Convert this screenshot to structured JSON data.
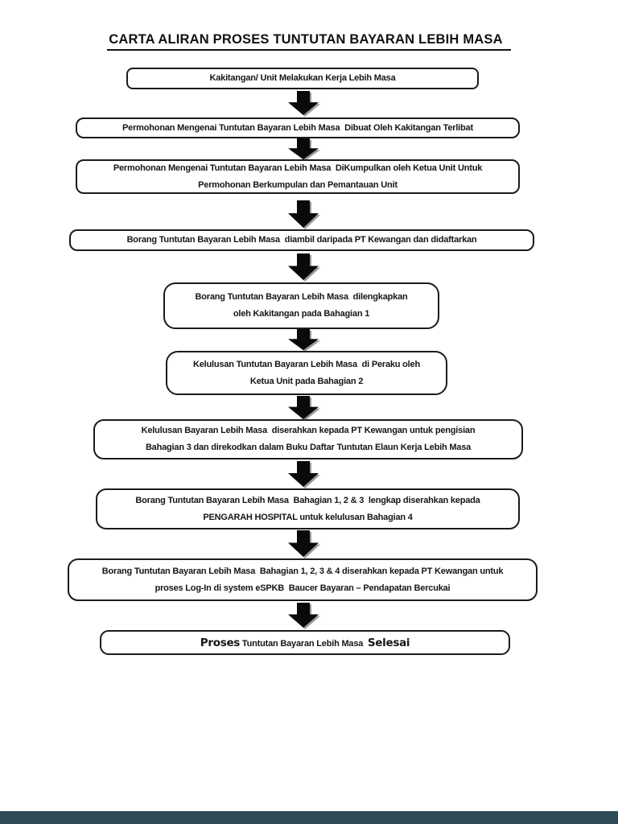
{
  "page": {
    "ink_color": "#161616",
    "viewer_bar_color": "#2e4b57"
  },
  "flowchart": {
    "title": "CARTA ALIRAN PROSES TUNTUTAN BAYARAN LEBIH MASA",
    "steps": [
      {
        "lines": [
          "Kakitangan/ Unit Melakukan Kerja Lebih Masa"
        ]
      },
      {
        "lines": [
          "Permohonan Mengenai Tuntutan Bayaran Lebih Masa  Dibuat Oleh Kakitangan Terlibat"
        ]
      },
      {
        "lines": [
          "Permohonan Mengenai Tuntutan Bayaran Lebih Masa  DiKumpulkan oleh Ketua Unit Untuk",
          "Permohonan Berkumpulan dan Pemantauan Unit"
        ]
      },
      {
        "lines": [
          "Borang Tuntutan Bayaran Lebih Masa  diambil daripada PT Kewangan dan didaftarkan"
        ]
      },
      {
        "lines": [
          "Borang Tuntutan Bayaran Lebih Masa  dilengkapkan",
          "oleh Kakitangan pada Bahagian 1"
        ]
      },
      {
        "lines": [
          "Kelulusan Tuntutan Bayaran Lebih Masa  di Peraku oleh",
          "Ketua Unit pada Bahagian 2"
        ]
      },
      {
        "lines": [
          "Kelulusan Bayaran Lebih Masa  diserahkan kepada PT Kewangan untuk pengisian",
          "Bahagian 3 dan direkodkan dalam Buku Daftar Tuntutan Elaun Kerja Lebih Masa"
        ]
      },
      {
        "lines": [
          "Borang Tuntutan Bayaran Lebih Masa  Bahagian 1, 2 & 3  lengkap diserahkan kepada",
          "PENGARAH HOSPITAL untuk kelulusan Bahagian 4"
        ]
      },
      {
        "lines": [
          "Borang Tuntutan Bayaran Lebih Masa  Bahagian 1, 2, 3 & 4 diserahkan kepada PT Kewangan untuk",
          "proses Log-In di system eSPKB  Baucer Bayaran – Pendapatan Bercukai"
        ]
      },
      {
        "final": {
          "lead": "Proses",
          "middle": " Tuntutan Bayaran Lebih Masa  ",
          "tail": "Selesai"
        }
      }
    ]
  }
}
